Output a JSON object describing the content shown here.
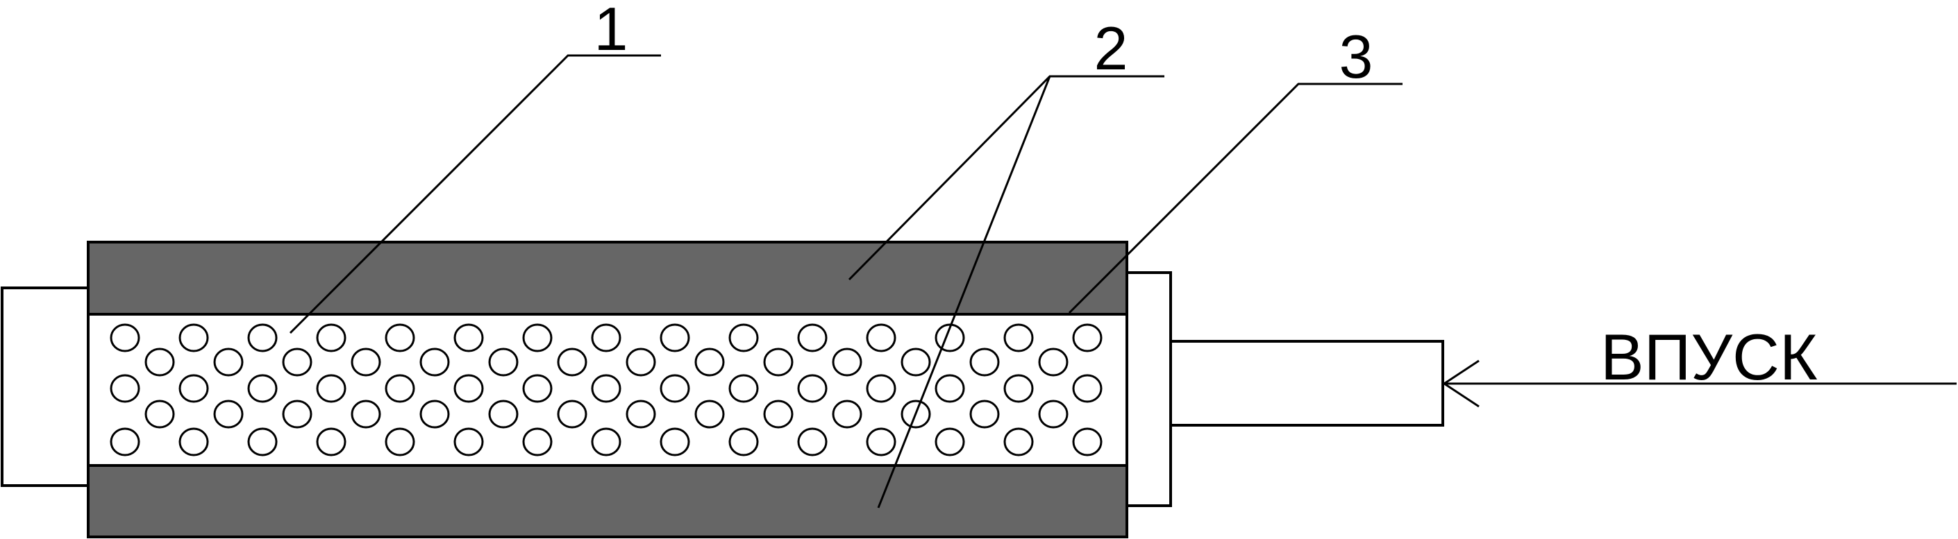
{
  "labels": {
    "callout_1": "1",
    "callout_2": "2",
    "callout_3": "3",
    "inlet": "ВПУСК"
  },
  "colors": {
    "shell": "#666666",
    "stroke": "#000000",
    "background": "#ffffff"
  }
}
